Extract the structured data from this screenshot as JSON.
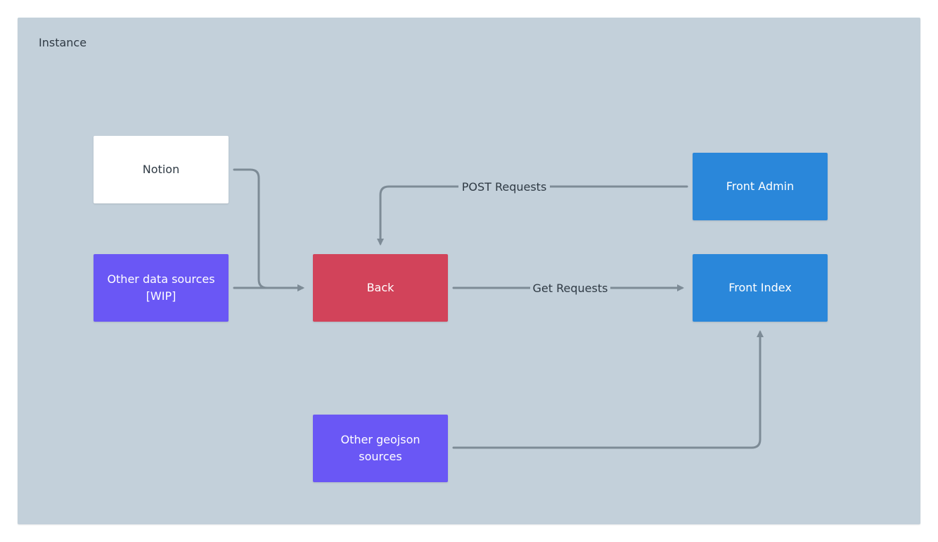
{
  "container": {
    "title": "Instance"
  },
  "nodes": {
    "notion": {
      "lines": [
        "Notion"
      ]
    },
    "other_data_sources": {
      "lines": [
        "Other data sources",
        "[WIP]"
      ]
    },
    "back": {
      "lines": [
        "Back"
      ]
    },
    "other_geojson_sources": {
      "lines": [
        "Other geojson",
        "sources"
      ]
    },
    "front_admin": {
      "lines": [
        "Front Admin"
      ]
    },
    "front_index": {
      "lines": [
        "Front Index"
      ]
    }
  },
  "edges": [
    {
      "from": "Notion",
      "to": "Back",
      "label": ""
    },
    {
      "from": "Other data sources [WIP]",
      "to": "Back",
      "label": ""
    },
    {
      "from": "Front Admin",
      "to": "Back",
      "label": "POST Requests"
    },
    {
      "from": "Back",
      "to": "Front Index",
      "label": "Get Requests"
    },
    {
      "from": "Other geojson sources",
      "to": "Front Index",
      "label": ""
    }
  ],
  "colors": {
    "container_bg": "#c3d0da",
    "source_node": "#6a57f5",
    "back_node": "#d2435a",
    "front_node": "#2a87da",
    "notion_node": "#ffffff",
    "edge": "#7d8b96"
  }
}
